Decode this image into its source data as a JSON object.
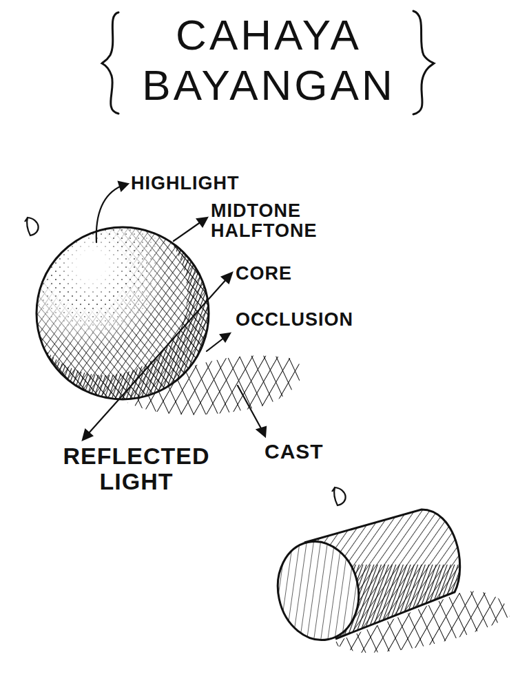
{
  "diagram": {
    "title": "CAHAYA BAYANGAN",
    "labels": [
      "HIGHLIGHT",
      "MIDTONE HALFTONE",
      "CORE",
      "OCCLUSION",
      "REFLECTED LIGHT",
      "CAST"
    ]
  }
}
